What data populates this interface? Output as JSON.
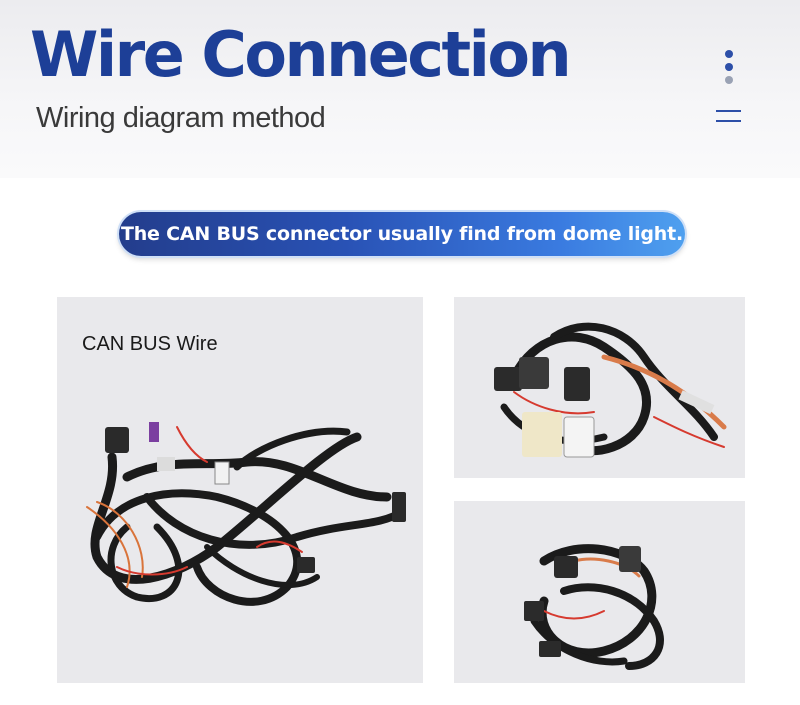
{
  "header": {
    "title": "Wire Connection",
    "subtitle": "Wiring diagram method"
  },
  "banner": {
    "text": "The CAN BUS connector usually find from dome light."
  },
  "panels": {
    "main_label": "CAN BUS Wire"
  },
  "colors": {
    "title": "#1d3f97",
    "banner_start": "#233d8c",
    "banner_end": "#4fa0ef",
    "panel_bg": "#e9e9ec",
    "dot_blue": "#2d4fa8",
    "dot_grey": "#9aa2b4"
  },
  "icons": [
    "vertical-dots-icon",
    "menu-icon"
  ]
}
